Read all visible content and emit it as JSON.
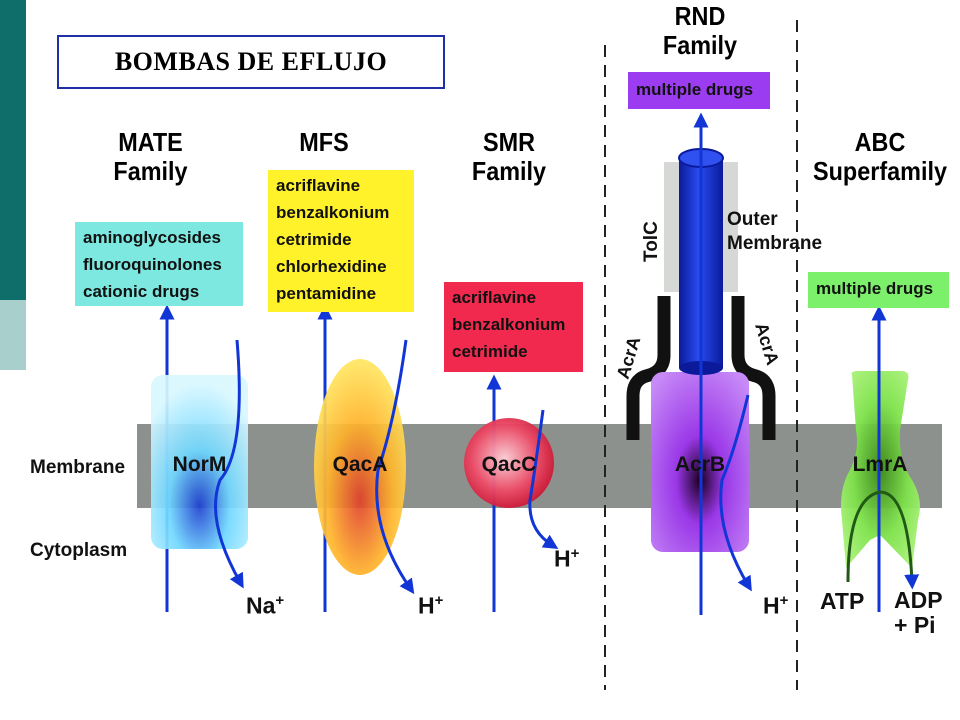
{
  "title": "BOMBAS DE EFLUJO",
  "regions": {
    "membrane": "Membrane",
    "cytoplasm": "Cytoplasm",
    "outer_membrane": "Outer\nMembrane",
    "tolc": "TolC",
    "acra": "AcrA"
  },
  "families": [
    {
      "id": "mate",
      "name": "MATE\nFamily",
      "protein": "NorM",
      "drugs": "aminoglycosides\nfluoroquinolones\ncationic drugs",
      "ion": "Na",
      "ion_charge": "+",
      "color": "#7de8e0"
    },
    {
      "id": "mfs",
      "name": "MFS",
      "protein": "QacA",
      "drugs": "acriflavine\nbenzalkonium\ncetrimide\nchlorhexidine\npentamidine",
      "ion": "H",
      "ion_charge": "+",
      "color": "#fff22a"
    },
    {
      "id": "smr",
      "name": "SMR\nFamily",
      "protein": "QacC",
      "drugs": "acriflavine\nbenzalkonium\ncetrimide",
      "ion": "H",
      "ion_charge": "+",
      "color": "#f2294f"
    },
    {
      "id": "rnd",
      "name": "RND\nFamily",
      "protein": "AcrB",
      "drugs": "multiple drugs",
      "ion": "H",
      "ion_charge": "+",
      "color": "#9b3cf0"
    },
    {
      "id": "abc",
      "name": "ABC\nSuperfamily",
      "protein": "LmrA",
      "drugs": "multiple drugs",
      "atp": "ATP",
      "adp": "ADP\n+ Pi",
      "color": "#7cf06a"
    }
  ]
}
